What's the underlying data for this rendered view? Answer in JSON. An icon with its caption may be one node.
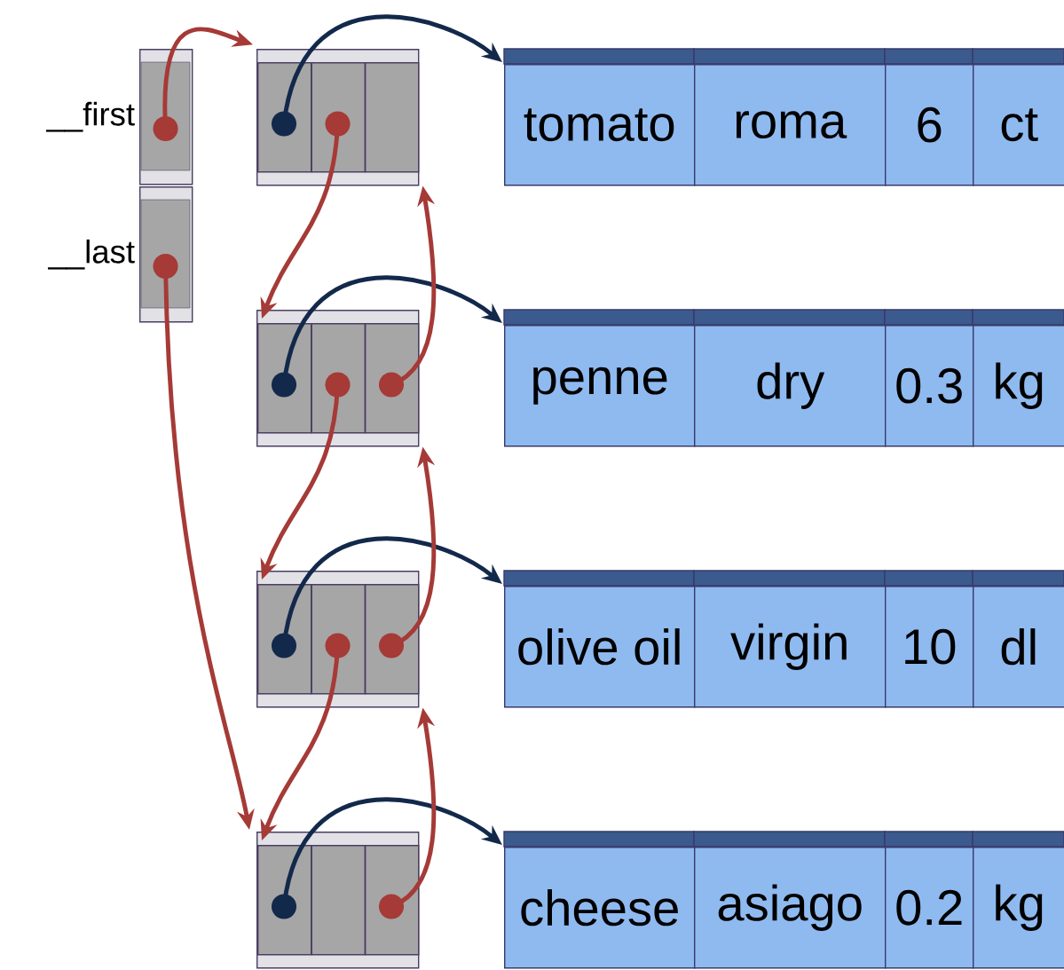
{
  "diagram": {
    "nodes": [
      {
        "text": [
          "__first"
        ]
      },
      {
        "text": [
          "__last"
        ]
      },
      {
        "text": [],
        "shape": "box"
      },
      {
        "text": [],
        "shape": "box",
        "in": 2
      },
      {
        "text": [],
        "shape": "box",
        "in": 2
      },
      {
        "text": [],
        "shape": "box",
        "in": 2
      },
      {
        "text": [
          "tomato"
        ]
      },
      {
        "text": [
          "roma"
        ]
      },
      {
        "text": [
          "6"
        ]
      },
      {
        "text": [
          "ct"
        ]
      },
      {
        "text": [],
        "shape": "box"
      },
      {
        "text": [],
        "shape": "box",
        "in": 10
      },
      {
        "text": [],
        "shape": "box",
        "in": 10
      },
      {
        "text": [],
        "shape": "box",
        "in": 10
      },
      {
        "text": [
          "penne"
        ]
      },
      {
        "text": [
          "dry"
        ]
      },
      {
        "text": [
          "0.3"
        ]
      },
      {
        "text": [
          "kg"
        ]
      },
      {
        "text": [],
        "shape": "box"
      },
      {
        "text": [],
        "shape": "box",
        "in": 18
      },
      {
        "text": [],
        "shape": "box",
        "in": 18
      },
      {
        "text": [],
        "shape": "box",
        "in": 18
      },
      {
        "text": [
          "olive oil"
        ]
      },
      {
        "text": [
          "virgin"
        ]
      },
      {
        "text": [
          "10"
        ]
      },
      {
        "text": [
          "dl"
        ]
      },
      {
        "text": [],
        "shape": "box"
      },
      {
        "text": [],
        "shape": "box",
        "in": 26
      },
      {
        "text": [],
        "shape": "box",
        "in": 26
      },
      {
        "text": [],
        "shape": "box",
        "in": 26
      },
      {
        "text": [
          "cheese"
        ]
      },
      {
        "text": [
          "asiago"
        ]
      },
      {
        "text": [
          "0.2"
        ]
      },
      {
        "text": [
          "kg"
        ]
      }
    ],
    "edges": [
      {
        "from": 0,
        "to": 2,
        "arrow": "to"
      },
      {
        "from": 1,
        "to": 26,
        "arrow": "to"
      },
      {
        "from": 3,
        "to": 6,
        "arrow": "to",
        "color": "#13294b"
      },
      {
        "from": 11,
        "to": 14,
        "arrow": "to",
        "color": "#13294b"
      },
      {
        "from": 19,
        "to": 22,
        "arrow": "to",
        "color": "#13294b"
      },
      {
        "from": 27,
        "to": 30,
        "arrow": "to",
        "color": "#13294b"
      },
      {
        "from": 4,
        "to": 10,
        "arrow": "to"
      },
      {
        "from": 12,
        "to": 18,
        "arrow": "to"
      },
      {
        "from": 20,
        "to": 26,
        "arrow": "to"
      },
      {
        "from": 13,
        "to": 2,
        "arrow": "to"
      },
      {
        "from": 21,
        "to": 10,
        "arrow": "to"
      },
      {
        "from": 29,
        "to": 18,
        "arrow": "to"
      }
    ]
  }
}
